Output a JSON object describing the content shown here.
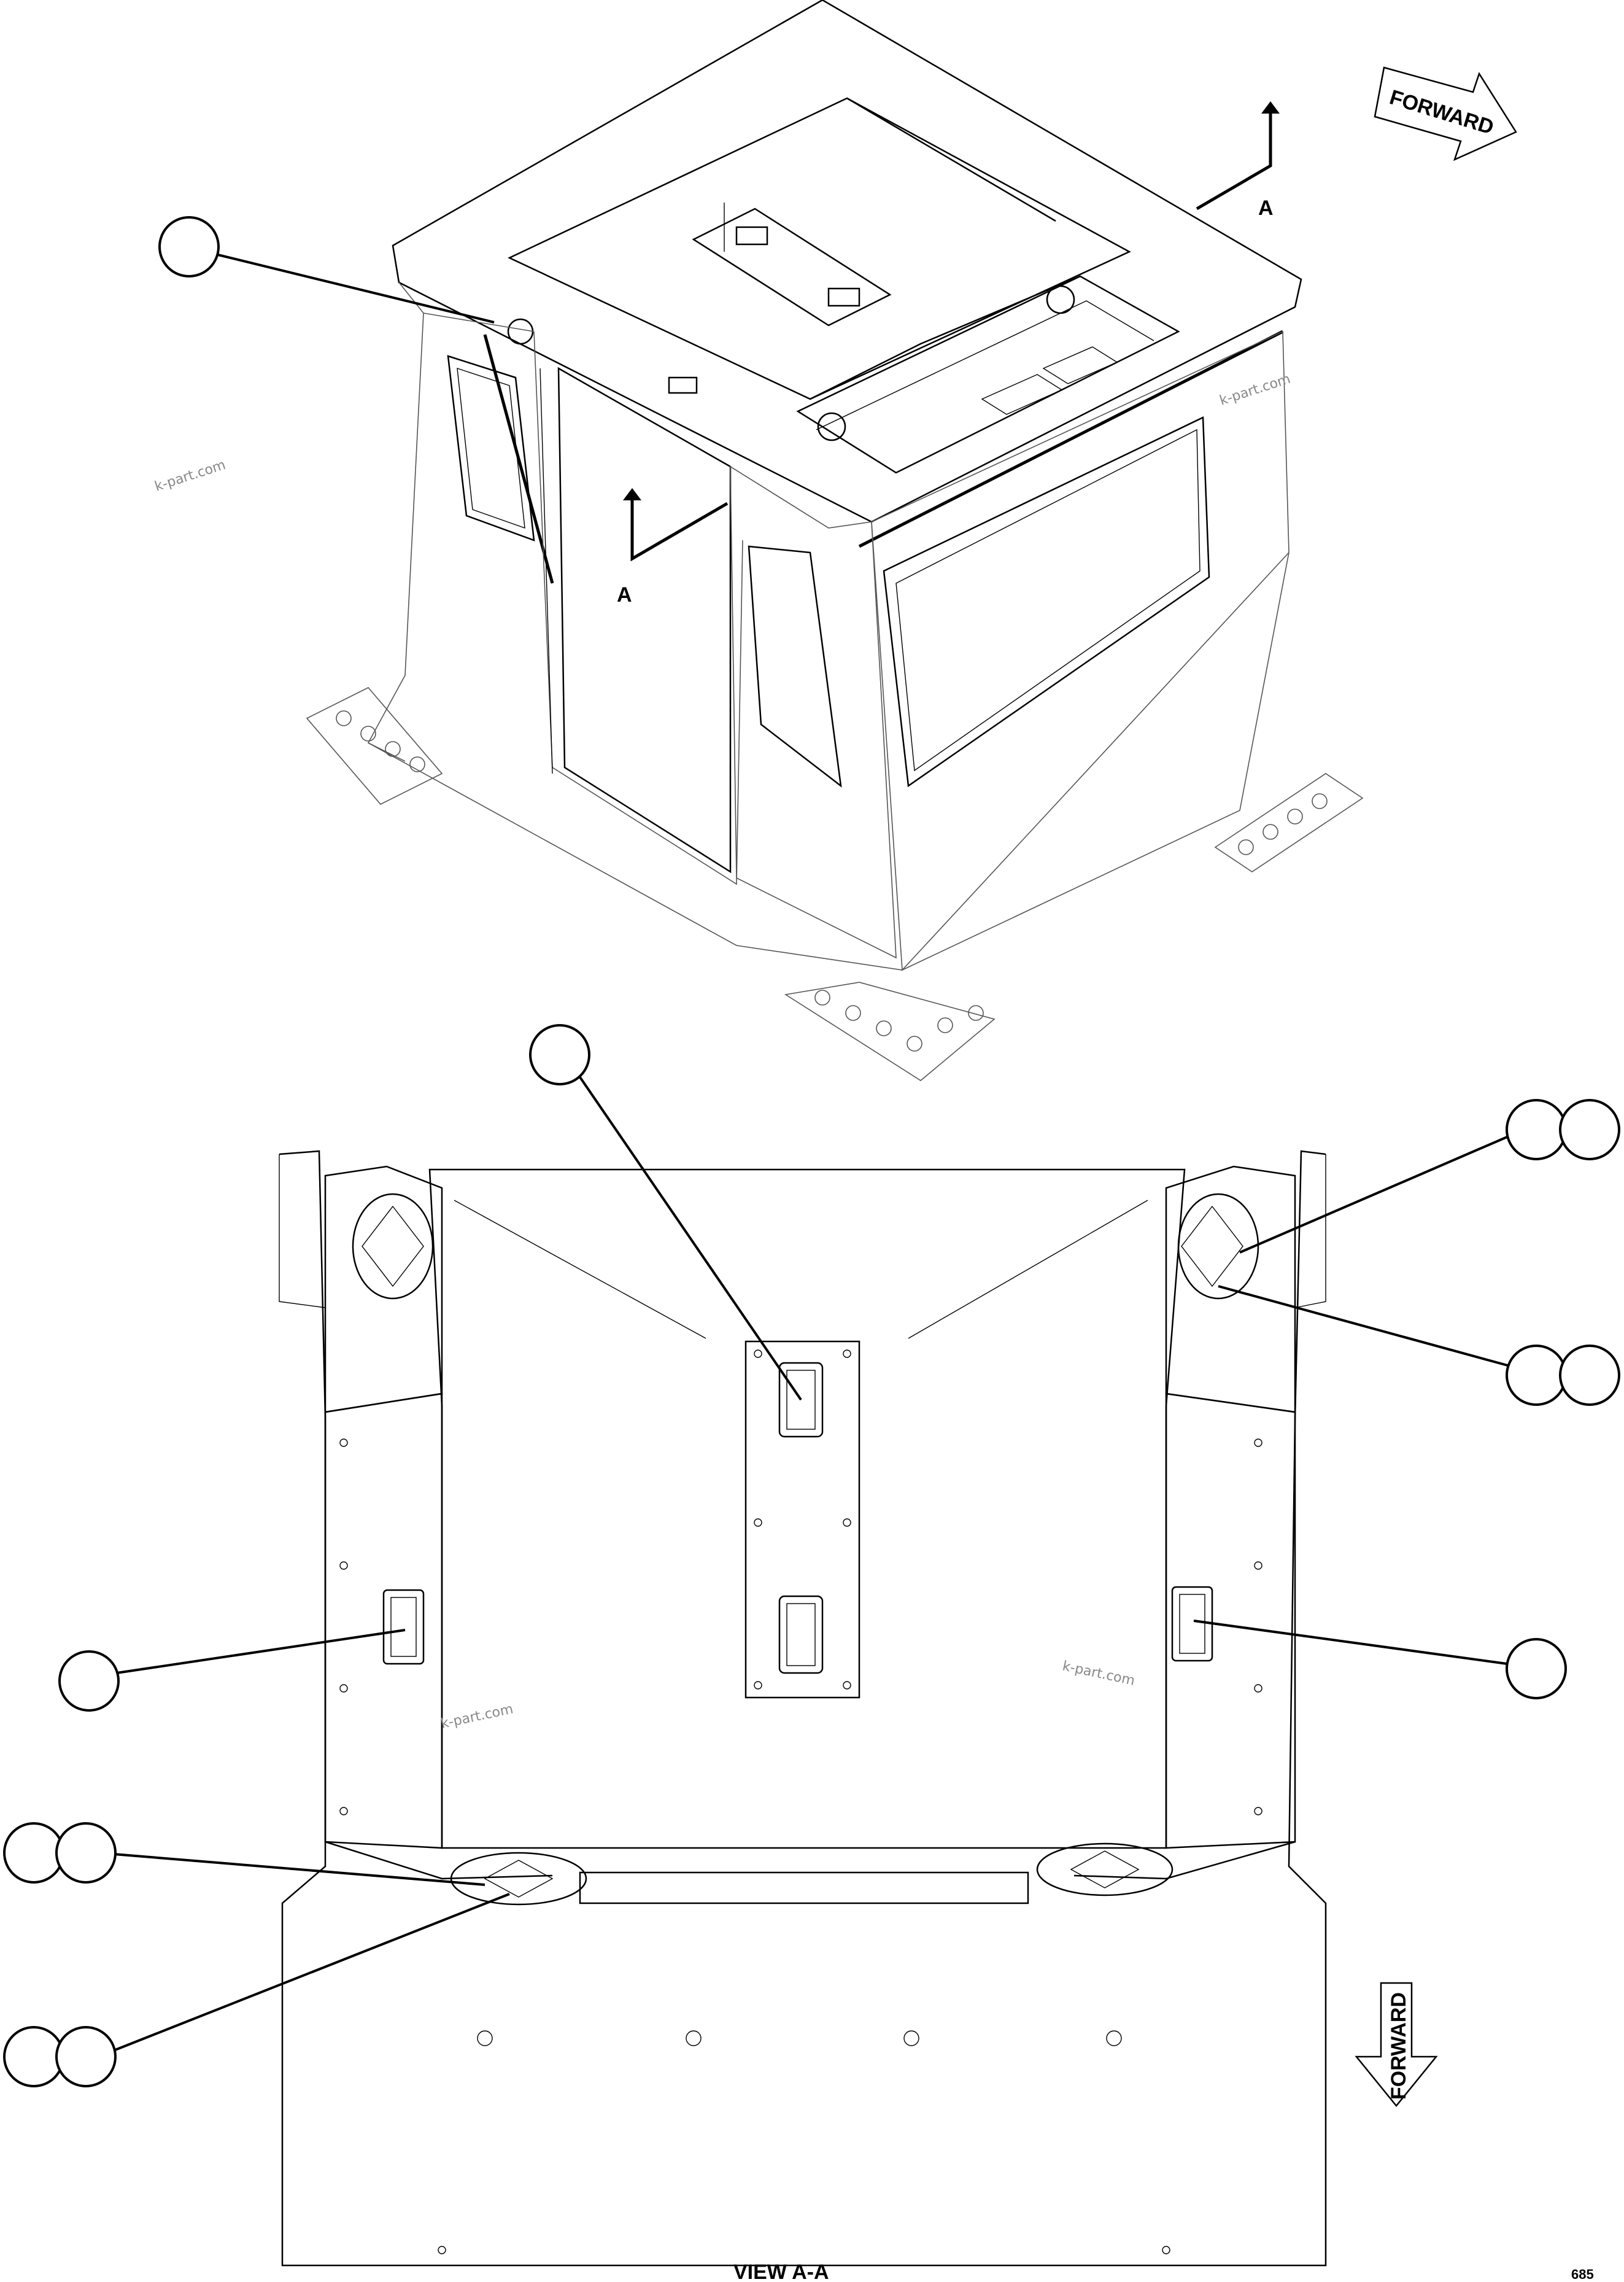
{
  "view_arrow_labels": {
    "upper": "A",
    "lower": "A"
  },
  "forward_arrows": {
    "top": "FORWARD",
    "bottom": "FORWARD"
  },
  "watermarks": [
    "k-part.com",
    "k-part.com",
    "k-part.com",
    "k-part.com"
  ],
  "view_caption": "VIEW A-A",
  "drawing_code": "685"
}
